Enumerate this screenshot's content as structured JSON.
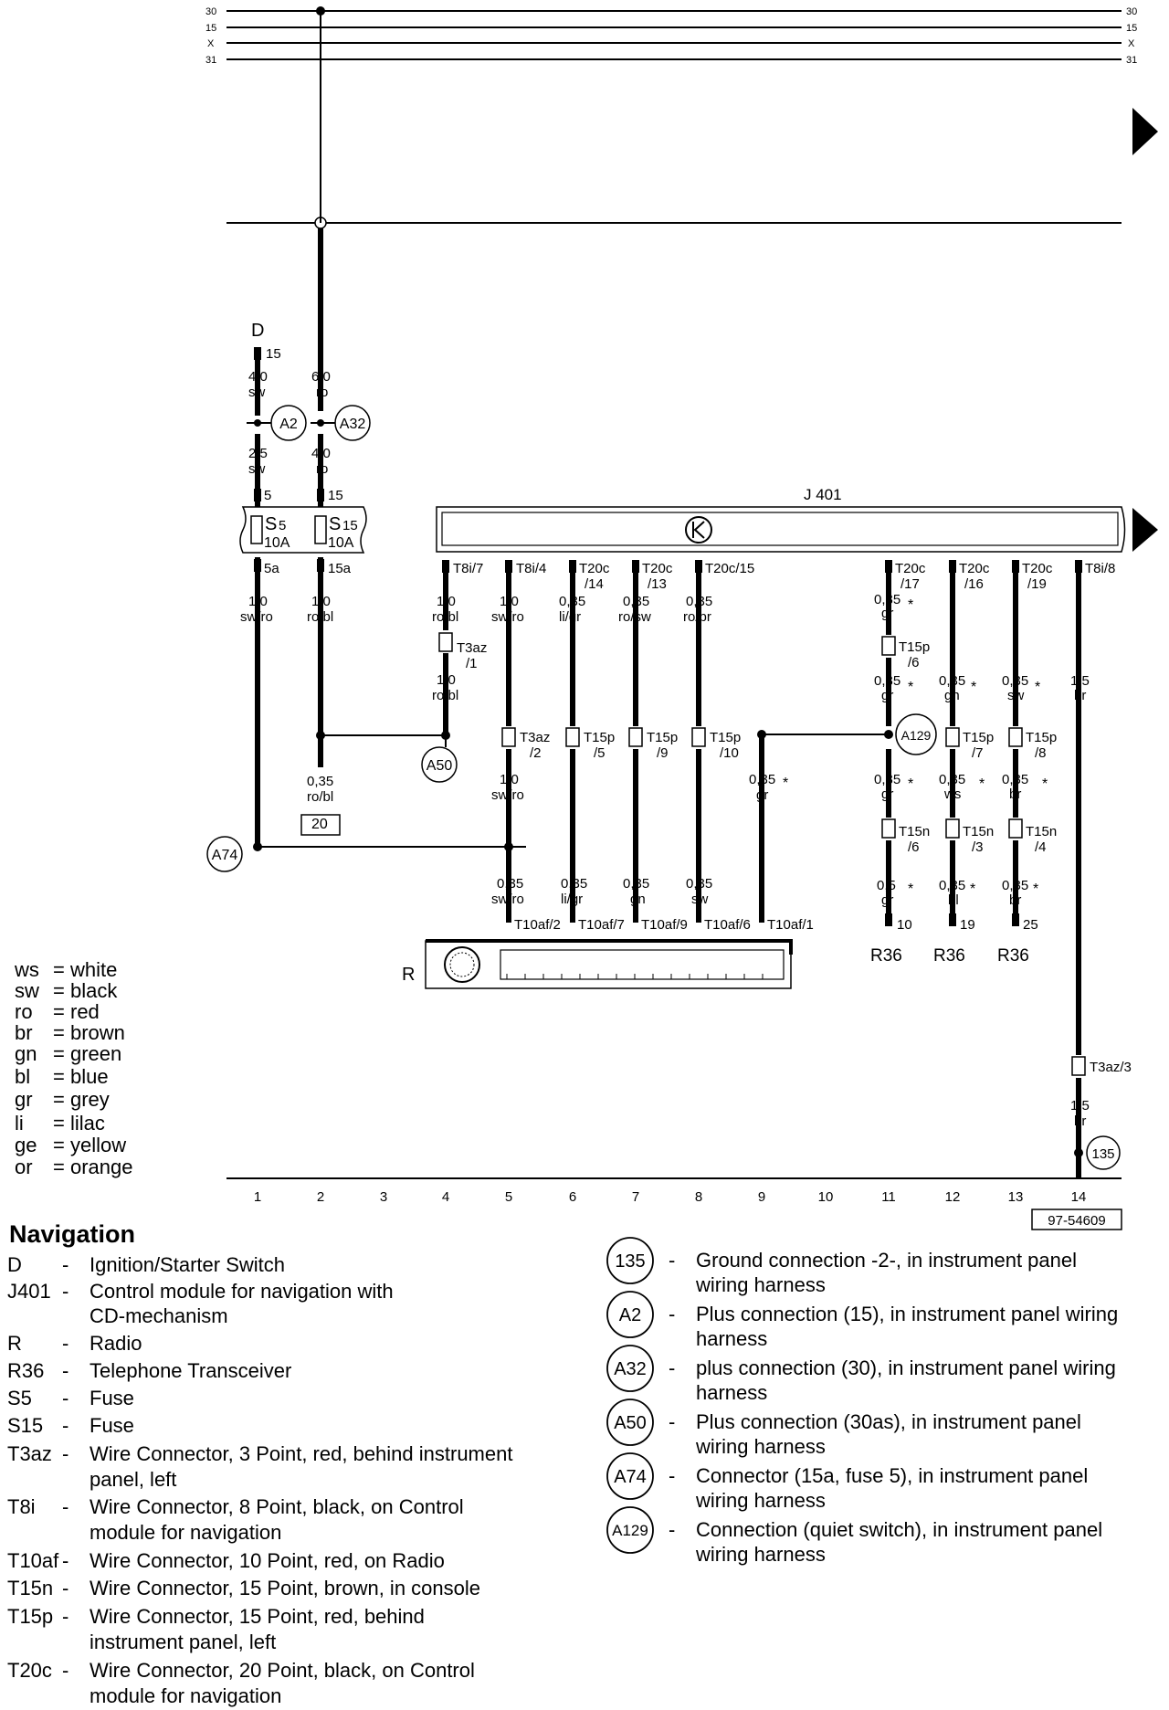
{
  "rails": [
    "30",
    "15",
    "X",
    "31"
  ],
  "diagram_code": "97-54609",
  "tracks": [
    "1",
    "2",
    "3",
    "4",
    "5",
    "6",
    "7",
    "8",
    "9",
    "10",
    "11",
    "12",
    "13",
    "14"
  ],
  "components": {
    "switch_d": "D",
    "j401": "J 401",
    "radio": "R",
    "r36": "R36"
  },
  "fuses": {
    "s5": {
      "name": "S",
      "num": "5",
      "rating": "10A",
      "in_pin": "5",
      "out_pin": "5a"
    },
    "s15": {
      "name": "S",
      "num": "15",
      "rating": "10A",
      "in_pin": "15",
      "out_pin": "15a"
    }
  },
  "grounds": {
    "a2": "A2",
    "a32": "A32",
    "a50": "A50",
    "a74": "A74",
    "a129": "A129",
    "g135": "135"
  },
  "wire_labels": [
    {
      "t": "15"
    },
    {
      "t": "4,0"
    },
    {
      "t": "sw"
    },
    {
      "t": "6,0"
    },
    {
      "t": "ro"
    },
    {
      "t": "2,5"
    },
    {
      "t": "sw"
    },
    {
      "t": "4,0"
    },
    {
      "t": "ro"
    },
    {
      "t": "1,0"
    },
    {
      "t": "sw/ro"
    },
    {
      "t": "1,0"
    },
    {
      "t": "ro/bl"
    },
    {
      "t": "T8i/7"
    },
    {
      "t": "1,0"
    },
    {
      "t": "ro/bl"
    },
    {
      "t": "T3az"
    },
    {
      "t": "/1"
    },
    {
      "t": "1,0"
    },
    {
      "t": "ro/bl"
    },
    {
      "t": "T8i/4"
    },
    {
      "t": "1,0"
    },
    {
      "t": "sw/ro"
    },
    {
      "t": "T3az"
    },
    {
      "t": "/2"
    },
    {
      "t": "1,0"
    },
    {
      "t": "sw/ro"
    },
    {
      "t": "T20c"
    },
    {
      "t": "/14"
    },
    {
      "t": "0,35"
    },
    {
      "t": "li/gr"
    },
    {
      "t": "T15p"
    },
    {
      "t": "/5"
    },
    {
      "t": "T20c"
    },
    {
      "t": "/13"
    },
    {
      "t": "0,35"
    },
    {
      "t": "ro/sw"
    },
    {
      "t": "T15p"
    },
    {
      "t": "/9"
    },
    {
      "t": "T20c/15"
    },
    {
      "t": "0,35"
    },
    {
      "t": "ro/br"
    },
    {
      "t": "T15p"
    },
    {
      "t": "/10"
    },
    {
      "t": "0,35"
    },
    {
      "t": "gr"
    },
    {
      "t": "0,35"
    },
    {
      "t": "ro/bl"
    },
    {
      "t": "20"
    },
    {
      "t": "0,35"
    },
    {
      "t": "sw/ro"
    },
    {
      "t": "0,35"
    },
    {
      "t": "li/gr"
    },
    {
      "t": "0,35"
    },
    {
      "t": "gn"
    },
    {
      "t": "0,35"
    },
    {
      "t": "sw"
    },
    {
      "t": "T10af/2"
    },
    {
      "t": "T10af/7"
    },
    {
      "t": "T10af/9"
    },
    {
      "t": "T10af/6"
    },
    {
      "t": "T10af/1"
    },
    {
      "t": "T20c"
    },
    {
      "t": "/17"
    },
    {
      "t": "0,35"
    },
    {
      "t": "gr"
    },
    {
      "t": "T15p"
    },
    {
      "t": "/6"
    },
    {
      "t": "0,35"
    },
    {
      "t": "gr"
    },
    {
      "t": "0,35"
    },
    {
      "t": "gr"
    },
    {
      "t": "T15n"
    },
    {
      "t": "/6"
    },
    {
      "t": "0,5"
    },
    {
      "t": "gr"
    },
    {
      "t": "10"
    },
    {
      "t": "T20c"
    },
    {
      "t": "/16"
    },
    {
      "t": "0,35"
    },
    {
      "t": "gn"
    },
    {
      "t": "T15p"
    },
    {
      "t": "/7"
    },
    {
      "t": "0,35"
    },
    {
      "t": "ws"
    },
    {
      "t": "T15n"
    },
    {
      "t": "/3"
    },
    {
      "t": "0,35"
    },
    {
      "t": "bl"
    },
    {
      "t": "19"
    },
    {
      "t": "T20c"
    },
    {
      "t": "/19"
    },
    {
      "t": "0,35"
    },
    {
      "t": "sw"
    },
    {
      "t": "T15p"
    },
    {
      "t": "/8"
    },
    {
      "t": "0,35"
    },
    {
      "t": "br"
    },
    {
      "t": "T15n"
    },
    {
      "t": "/4"
    },
    {
      "t": "0,35"
    },
    {
      "t": "br"
    },
    {
      "t": "25"
    },
    {
      "t": "T8i/8"
    },
    {
      "t": "1,5"
    },
    {
      "t": "br"
    },
    {
      "t": "T3az/3"
    },
    {
      "t": "1,5"
    },
    {
      "t": "br"
    }
  ],
  "color_key": [
    {
      "code": "ws",
      "name": "white"
    },
    {
      "code": "sw",
      "name": "black"
    },
    {
      "code": "ro",
      "name": "red"
    },
    {
      "code": "br",
      "name": "brown"
    },
    {
      "code": "gn",
      "name": "green"
    },
    {
      "code": "bl",
      "name": "blue"
    },
    {
      "code": "gr",
      "name": "grey"
    },
    {
      "code": "li",
      "name": "lilac"
    },
    {
      "code": "ge",
      "name": "yellow"
    },
    {
      "code": "or",
      "name": "orange"
    }
  ],
  "legend_title": "Navigation",
  "legend_left": [
    {
      "code": "D",
      "lines": [
        "Ignition/Starter Switch"
      ]
    },
    {
      "code": "J401",
      "lines": [
        "Control module for navigation with",
        "CD-mechanism"
      ]
    },
    {
      "code": "R",
      "lines": [
        "Radio"
      ]
    },
    {
      "code": "R36",
      "lines": [
        "Telephone Transceiver"
      ]
    },
    {
      "code": "S5",
      "lines": [
        "Fuse"
      ]
    },
    {
      "code": "S15",
      "lines": [
        "Fuse"
      ]
    },
    {
      "code": "T3az",
      "lines": [
        "Wire Connector, 3 Point, red, behind instrument",
        "panel, left"
      ]
    },
    {
      "code": "T8i",
      "lines": [
        "Wire Connector, 8 Point, black, on Control",
        "module for navigation"
      ]
    },
    {
      "code": "T10af",
      "lines": [
        "Wire Connector, 10 Point, red, on Radio"
      ]
    },
    {
      "code": "T15n",
      "lines": [
        "Wire Connector, 15 Point, brown, in console"
      ]
    },
    {
      "code": "T15p",
      "lines": [
        "Wire Connector, 15 Point, red, behind",
        "instrument panel, left"
      ]
    },
    {
      "code": "T20c",
      "lines": [
        "Wire Connector, 20 Point, black, on Control",
        "module for navigation"
      ]
    }
  ],
  "legend_right": [
    {
      "code": "135",
      "lines": [
        "Ground connection -2-, in instrument panel",
        "wiring harness"
      ]
    },
    {
      "code": "A2",
      "lines": [
        "Plus connection (15), in instrument panel wiring",
        "harness"
      ]
    },
    {
      "code": "A32",
      "lines": [
        "plus connection (30), in instrument panel wiring",
        "harness"
      ]
    },
    {
      "code": "A50",
      "lines": [
        "Plus connection (30as), in instrument panel",
        "wiring harness"
      ]
    },
    {
      "code": "A74",
      "lines": [
        "Connector (15a, fuse 5), in instrument panel",
        "wiring harness"
      ]
    },
    {
      "code": "A129",
      "lines": [
        "Connection (quiet switch), in instrument panel",
        "wiring harness"
      ]
    }
  ]
}
